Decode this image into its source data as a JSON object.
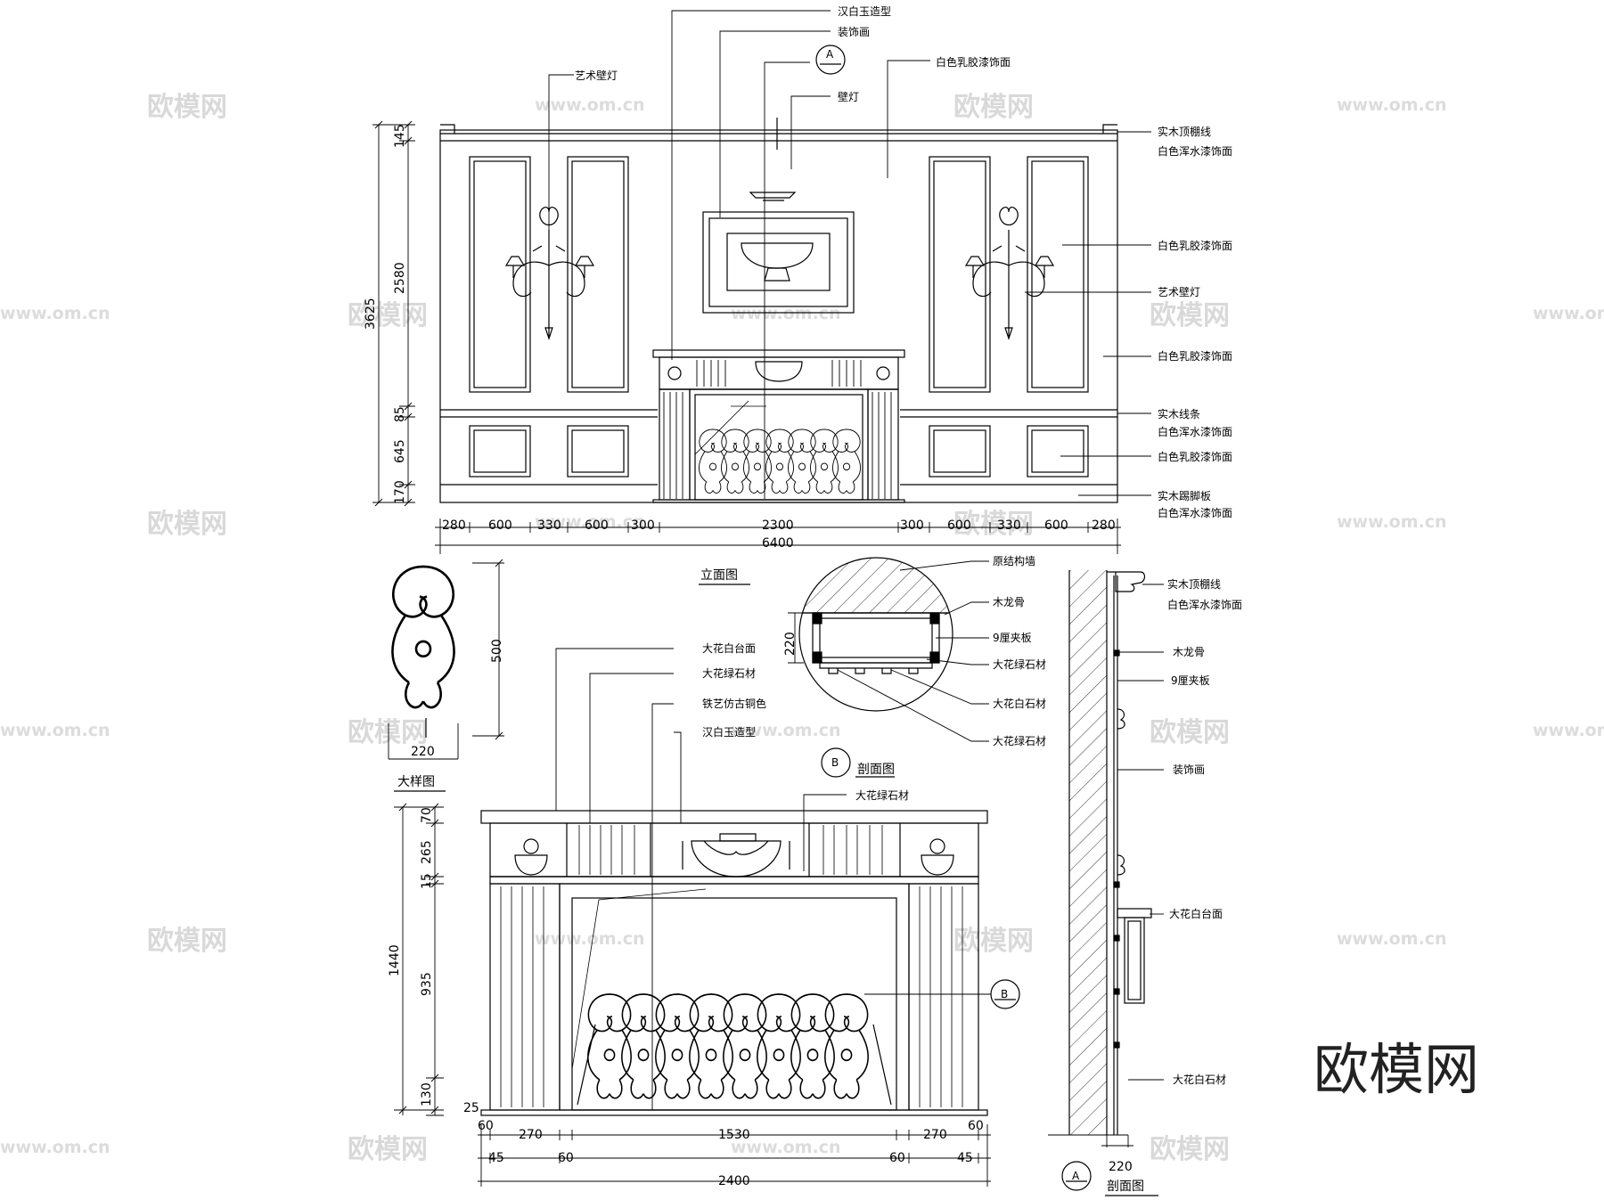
{
  "brand_mark": "欧模网",
  "watermark_url": "www.om.cn",
  "elevation": {
    "title": "立面图",
    "height_dims": [
      "3625",
      "145",
      "2580",
      "85",
      "645",
      "170"
    ],
    "width_dims": [
      "280",
      "600",
      "330",
      "600",
      "300",
      "2300",
      "300",
      "600",
      "330",
      "600",
      "280"
    ],
    "total_width": "6400",
    "top_labels": [
      "汉白玉造型",
      "装饰画",
      "白色乳胶漆饰面",
      "壁灯",
      "艺术壁灯"
    ],
    "right_labels": [
      "实木顶棚线",
      "白色浑水漆饰面",
      "白色乳胶漆饰面",
      "艺术壁灯",
      "白色乳胶漆饰面",
      "实木线条",
      "白色浑水漆饰面",
      "白色乳胶漆饰面",
      "实木踢脚板",
      "白色浑水漆饰面"
    ],
    "section_marker": "A"
  },
  "detail": {
    "title": "大样图",
    "height_dim": "500",
    "width_dim": "220"
  },
  "section_b": {
    "title": "剖面图",
    "marker": "B",
    "height_dim": "220",
    "labels": [
      "原结构墙",
      "木龙骨",
      "9厘夹板",
      "大花绿石材",
      "大花白石材",
      "大花绿石材"
    ]
  },
  "fireplace": {
    "top_labels": [
      "大花白台面",
      "大花绿石材",
      "铁艺仿古铜色",
      "汉白玉造型"
    ],
    "mid_label": "大花绿石材",
    "height_dims": [
      "70",
      "265",
      "15",
      "1440",
      "935",
      "130",
      "25"
    ],
    "bottom_dims_row1": [
      "60",
      "270",
      "1530",
      "270",
      "60"
    ],
    "bottom_dims_row2": [
      "45",
      "60",
      "60",
      "45"
    ],
    "total_width": "2400",
    "section_marker": "B"
  },
  "section_a": {
    "title": "剖面图",
    "marker": "A",
    "width_dim": "220",
    "labels": [
      "实木顶棚线",
      "白色浑水漆饰面",
      "木龙骨",
      "9厘夹板",
      "装饰画",
      "大花白台面",
      "大花白石材"
    ]
  }
}
